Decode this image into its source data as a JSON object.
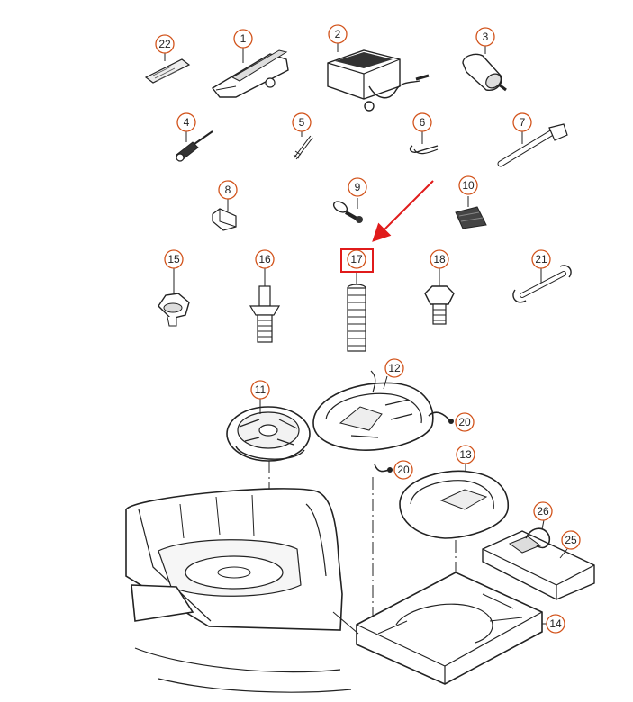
{
  "diagram": {
    "highlight_color": "#e01b1b",
    "callout_color": "#d2531b",
    "parts": [
      {
        "number": "22",
        "icon": "warning-sticker-icon"
      },
      {
        "number": "1",
        "icon": "car-jack-icon"
      },
      {
        "number": "2",
        "icon": "tire-compressor-icon"
      },
      {
        "number": "3",
        "icon": "sealant-bottle-icon"
      },
      {
        "number": "4",
        "icon": "screwdriver-icon"
      },
      {
        "number": "5",
        "icon": "bolt-icon"
      },
      {
        "number": "6",
        "icon": "clip-icon"
      },
      {
        "number": "7",
        "icon": "wheel-wrench-icon"
      },
      {
        "number": "8",
        "icon": "bracket-icon"
      },
      {
        "number": "9",
        "icon": "towing-eye-icon"
      },
      {
        "number": "10",
        "icon": "gloves-icon"
      },
      {
        "number": "15",
        "icon": "wing-nut-icon"
      },
      {
        "number": "16",
        "icon": "threaded-bolt-icon"
      },
      {
        "number": "17",
        "icon": "spacer-sleeve-icon"
      },
      {
        "number": "18",
        "icon": "retaining-bolt-icon"
      },
      {
        "number": "21",
        "icon": "open-wrench-icon"
      },
      {
        "number": "11",
        "icon": "spare-wheel-insert-icon"
      },
      {
        "number": "12",
        "icon": "tool-tray-icon"
      },
      {
        "number": "20",
        "icon": "retaining-strap-icon"
      },
      {
        "number": "20",
        "icon": "retaining-strap-icon"
      },
      {
        "number": "13",
        "icon": "foam-insert-icon"
      },
      {
        "number": "26",
        "icon": "cable-icon"
      },
      {
        "number": "25",
        "icon": "holder-icon"
      },
      {
        "number": "14",
        "icon": "floor-panel-icon"
      }
    ],
    "highlighted_part": "17"
  }
}
